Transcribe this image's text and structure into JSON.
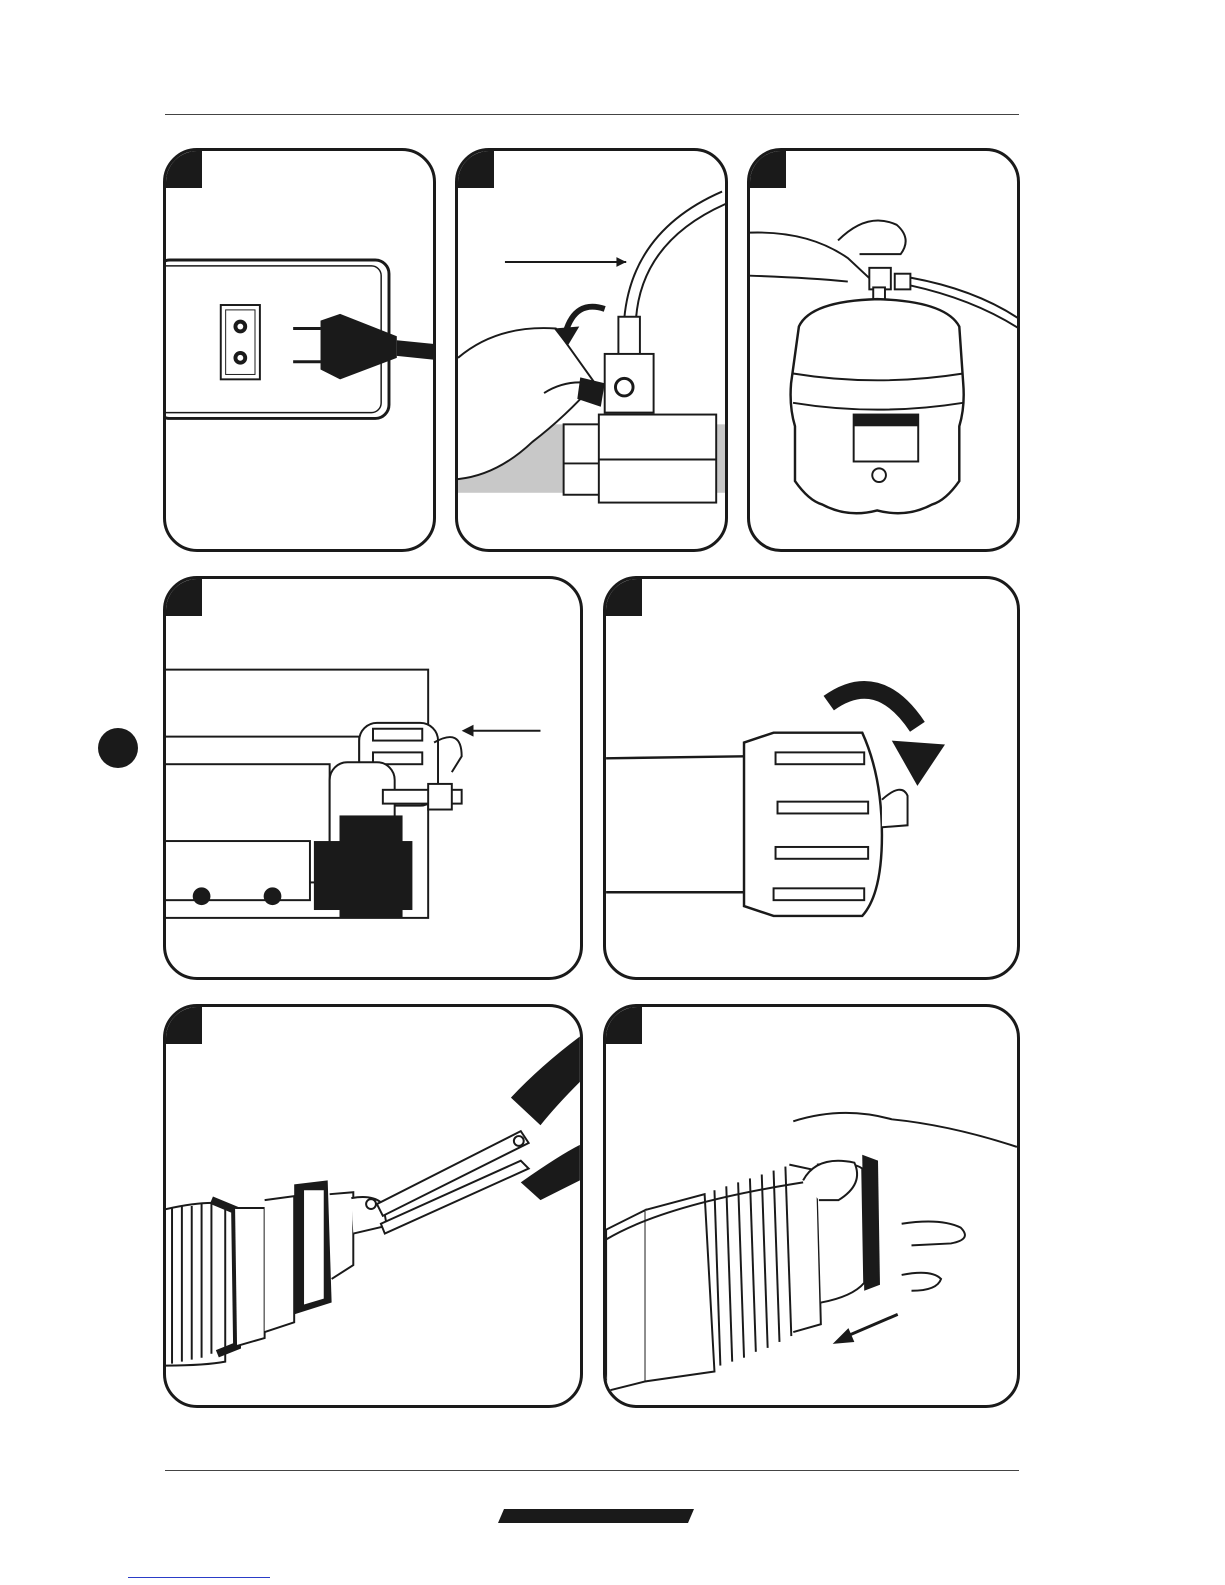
{
  "page": {
    "background_color": "#ffffff",
    "ink_color": "#1a1a1a",
    "link_color": "#2a3cc7"
  },
  "panels": [
    {
      "id": "unplug-power",
      "icon": "power-plug-icon"
    },
    {
      "id": "close-feed-valve",
      "icon": "valve-handle-icon"
    },
    {
      "id": "close-tank-valve",
      "icon": "tank-valve-icon"
    },
    {
      "id": "filter-housings",
      "icon": "filter-housing-icon"
    },
    {
      "id": "unscrew-housing",
      "icon": "rotate-arrow-icon"
    },
    {
      "id": "pliers-cartridge",
      "icon": "pliers-icon"
    },
    {
      "id": "pull-cartridge",
      "icon": "pull-arrow-icon"
    }
  ]
}
